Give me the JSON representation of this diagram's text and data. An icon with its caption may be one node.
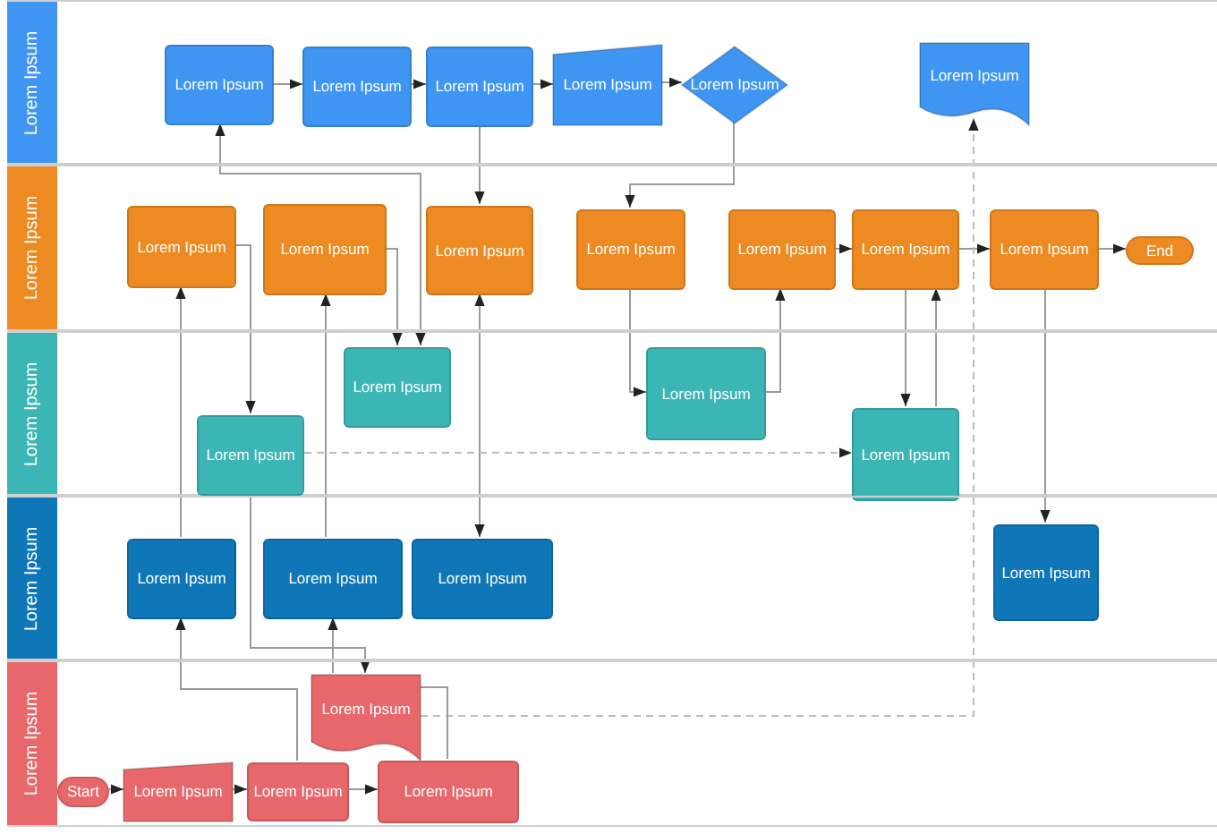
{
  "diagram": {
    "nodes": [
      {
        "text": [
          "Lorem Ipsum"
        ]
      },
      {
        "text": [
          "Lorem Ipsum"
        ]
      },
      {
        "text": [
          "Lorem Ipsum"
        ]
      },
      {
        "text": [
          "Lorem Ipsum"
        ]
      },
      {
        "text": [
          "Lorem Ipsum"
        ]
      },
      {
        "text": [
          "Lorem Ipsum"
        ],
        "in": 0
      },
      {
        "text": [
          "Lorem Ipsum"
        ],
        "in": 0
      },
      {
        "text": [
          "Lorem Ipsum"
        ],
        "in": 0
      },
      {
        "text": [
          "Lorem Ipsum"
        ],
        "in": 0
      },
      {
        "text": [
          "Lorem Ipsum"
        ],
        "in": 0
      },
      {
        "text": [
          "Lorem Ipsum"
        ],
        "in": 0
      },
      {
        "text": [
          "Lorem Ipsum"
        ],
        "in": 1
      },
      {
        "text": [
          "Lorem Ipsum"
        ],
        "in": 1
      },
      {
        "text": [
          "Lorem Ipsum"
        ],
        "in": 1
      },
      {
        "text": [
          "Lorem Ipsum"
        ],
        "in": 1
      },
      {
        "text": [
          "Lorem Ipsum"
        ],
        "in": 1
      },
      {
        "text": [
          "Lorem Ipsum"
        ],
        "in": 1
      },
      {
        "text": [
          "Lorem Ipsum"
        ],
        "in": 1
      },
      {
        "text": [
          "End"
        ],
        "in": 1
      },
      {
        "text": [
          "Lorem Ipsum"
        ],
        "in": 2
      },
      {
        "text": [
          "Lorem Ipsum"
        ],
        "in": 2
      },
      {
        "text": [
          "Lorem Ipsum"
        ],
        "in": 2
      },
      {
        "text": [
          "Lorem Ipsum"
        ],
        "in": 2
      },
      {
        "text": [
          "Lorem Ipsum"
        ],
        "in": 3
      },
      {
        "text": [
          "Lorem Ipsum"
        ],
        "in": 3
      },
      {
        "text": [
          "Lorem Ipsum"
        ],
        "in": 3
      },
      {
        "text": [
          "Lorem Ipsum"
        ],
        "in": 3
      },
      {
        "text": [
          "Lorem Ipsum"
        ],
        "in": 4
      },
      {
        "text": [
          "Start"
        ],
        "in": 4
      },
      {
        "text": [
          "Lorem Ipsum"
        ],
        "in": 4
      },
      {
        "text": [
          "Lorem Ipsum"
        ],
        "in": 4
      },
      {
        "text": [
          "Lorem Ipsum"
        ],
        "in": 4
      }
    ],
    "edges": [
      {
        "from": 5,
        "to": 6,
        "arrow": "to"
      },
      {
        "from": 6,
        "to": 7,
        "arrow": "to"
      },
      {
        "from": 7,
        "to": 8,
        "arrow": "to"
      },
      {
        "from": 8,
        "to": 9,
        "arrow": "to"
      },
      {
        "from": 7,
        "to": 13,
        "arrow": "to"
      },
      {
        "from": 9,
        "to": 14,
        "arrow": "to"
      },
      {
        "from": 19,
        "to": 5,
        "arrow": "both"
      },
      {
        "from": 12,
        "to": 19,
        "arrow": "to"
      },
      {
        "from": 11,
        "to": 21,
        "arrow": "to"
      },
      {
        "from": 23,
        "to": 11,
        "arrow": "to"
      },
      {
        "from": 24,
        "to": 12,
        "arrow": "to"
      },
      {
        "from": 25,
        "to": 13,
        "arrow": "both"
      },
      {
        "from": 14,
        "to": 20,
        "arrow": "to"
      },
      {
        "from": 20,
        "to": 15,
        "arrow": "to"
      },
      {
        "from": 15,
        "to": 16,
        "arrow": "to"
      },
      {
        "from": 16,
        "to": 22,
        "arrow": "to"
      },
      {
        "from": 22,
        "to": 16,
        "arrow": "to"
      },
      {
        "from": 16,
        "to": 17,
        "arrow": "to"
      },
      {
        "from": 17,
        "to": 18,
        "arrow": "to"
      },
      {
        "from": 17,
        "to": 26,
        "arrow": "to"
      },
      {
        "from": 21,
        "to": 22,
        "arrow": "to",
        "style": "dashed"
      },
      {
        "from": 27,
        "to": 10,
        "arrow": "to",
        "style": "dashed"
      },
      {
        "from": 21,
        "to": 27,
        "arrow": "to"
      },
      {
        "from": 30,
        "to": 23,
        "arrow": "to"
      },
      {
        "from": 27,
        "to": 24,
        "arrow": "to"
      },
      {
        "from": 28,
        "to": 29,
        "arrow": "to"
      },
      {
        "from": 29,
        "to": 30,
        "arrow": "to"
      },
      {
        "from": 30,
        "to": 31,
        "arrow": "to"
      },
      {
        "from": 31,
        "to": 27,
        "arrow": "none"
      }
    ]
  }
}
